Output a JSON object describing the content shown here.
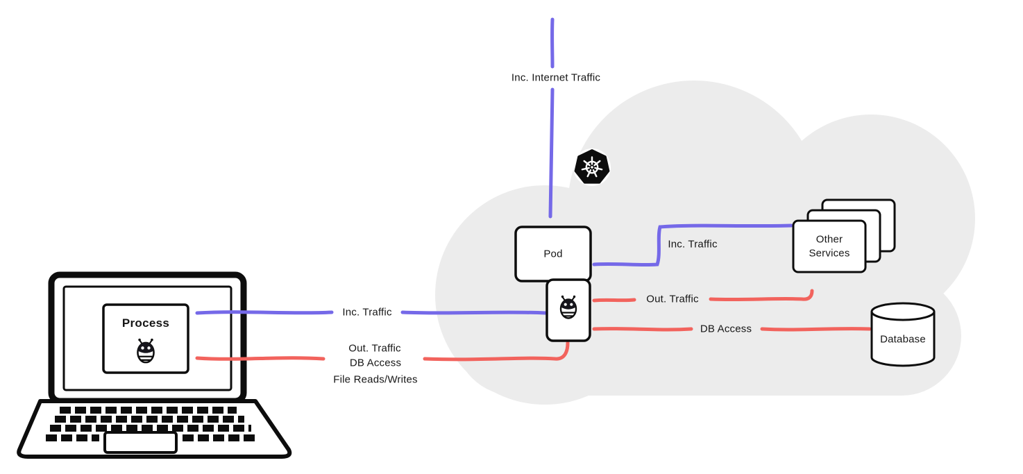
{
  "palette": {
    "purple": "#7569e8",
    "red": "#f2635d",
    "cloud_fill": "#ececec",
    "ink": "#0d0d0d"
  },
  "nodes": {
    "process": {
      "label": "Process"
    },
    "pod": {
      "label": "Pod"
    },
    "other_services": {
      "label": "Other Services"
    },
    "database": {
      "label": "Database"
    }
  },
  "edges": {
    "internet_to_pod": {
      "label": "Inc. Internet Traffic",
      "color": "purple"
    },
    "pod_to_services": {
      "label": "Inc. Traffic",
      "color": "purple"
    },
    "agent_to_services": {
      "label": "Out. Traffic",
      "color": "red"
    },
    "agent_to_database": {
      "label": "DB Access",
      "color": "red"
    },
    "process_incoming": {
      "label": "Inc. Traffic",
      "color": "purple"
    },
    "process_outgoing": {
      "labels": [
        "Out. Traffic",
        "DB Access",
        "File Reads/Writes"
      ],
      "color": "red"
    }
  },
  "icons": {
    "kubernetes": "kubernetes-logo",
    "agent": "ebpf-bee-icon",
    "process": "ebpf-bee-icon"
  }
}
